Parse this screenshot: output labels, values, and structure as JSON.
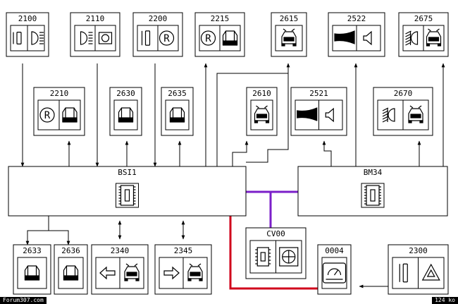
{
  "boxes": [
    {
      "id": "2100",
      "label": "2100",
      "icons": [
        "switch-icon",
        "headlamp-icon"
      ]
    },
    {
      "id": "2110",
      "label": "2110",
      "icons": [
        "sidelight-icon",
        "lamp-switch-icon"
      ]
    },
    {
      "id": "2200",
      "label": "2200",
      "icons": [
        "switch-icon",
        "reverse-lamp-icon"
      ]
    },
    {
      "id": "2215",
      "label": "2215",
      "icons": [
        "reverse-lamp-icon",
        "rear-car-icon"
      ]
    },
    {
      "id": "2615",
      "label": "2615",
      "icons": [
        "car-front-icon"
      ]
    },
    {
      "id": "2522",
      "label": "2522",
      "icons": [
        "horn-icon",
        "speaker-icon"
      ]
    },
    {
      "id": "2675",
      "label": "2675",
      "icons": [
        "fog-lamp-icon",
        "car-front-icon"
      ]
    },
    {
      "id": "2210",
      "label": "2210",
      "icons": [
        "reverse-lamp-icon",
        "rear-car-icon"
      ]
    },
    {
      "id": "2630",
      "label": "2630",
      "icons": [
        "rear-car-icon"
      ]
    },
    {
      "id": "2635",
      "label": "2635",
      "icons": [
        "rear-car-icon"
      ]
    },
    {
      "id": "2610",
      "label": "2610",
      "icons": [
        "car-front-icon"
      ]
    },
    {
      "id": "2521",
      "label": "2521",
      "icons": [
        "horn-icon",
        "speaker-icon"
      ]
    },
    {
      "id": "2670",
      "label": "2670",
      "icons": [
        "fog-lamp-icon",
        "car-front-icon"
      ]
    },
    {
      "id": "BSI1",
      "label": "BSI1",
      "icons": [
        "fuse-box-icon"
      ]
    },
    {
      "id": "BM34",
      "label": "BM34",
      "icons": [
        "fuse-box-icon"
      ]
    },
    {
      "id": "CV00",
      "label": "CV00",
      "icons": [
        "ecu-chip-icon",
        "diagnostic-connector-icon"
      ]
    },
    {
      "id": "2633",
      "label": "2633",
      "icons": [
        "rear-car-icon"
      ]
    },
    {
      "id": "2636",
      "label": "2636",
      "icons": [
        "rear-car-icon"
      ]
    },
    {
      "id": "2340",
      "label": "2340",
      "icons": [
        "arrow-left-icon",
        "car-front-icon"
      ]
    },
    {
      "id": "2345",
      "label": "2345",
      "icons": [
        "arrow-right-icon",
        "car-front-icon"
      ]
    },
    {
      "id": "0004",
      "label": "0004",
      "icons": [
        "instrument-panel-icon"
      ]
    },
    {
      "id": "2300",
      "label": "2300",
      "icons": [
        "switch-icon",
        "hazard-triangle-icon"
      ]
    }
  ],
  "buses": {
    "can_bus_color": "#7b1fc9",
    "can_low_color": "#d0021b"
  },
  "footer": {
    "left": "Forum307.com",
    "right": "124 ko"
  }
}
